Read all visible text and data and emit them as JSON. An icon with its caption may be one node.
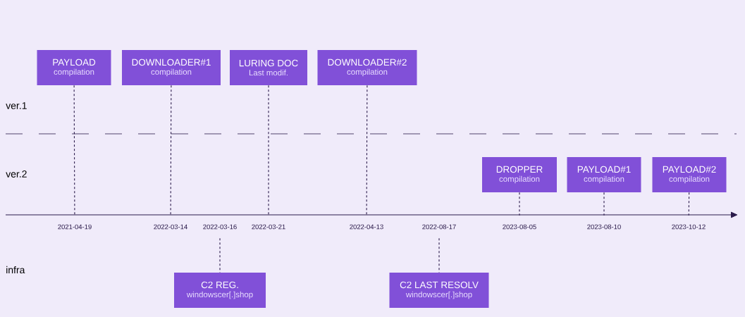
{
  "diagram": {
    "nodes": [
      {
        "text": [
          "PAYLOAD",
          "compilation"
        ]
      },
      {
        "text": [
          "DOWNLOADER#1",
          "compilation"
        ]
      },
      {
        "text": [
          "LURING DOC",
          "Last modif."
        ]
      },
      {
        "text": [
          "DOWNLOADER#2",
          "compilation"
        ]
      },
      {
        "text": [
          "DROPPER",
          "compilation"
        ]
      },
      {
        "text": [
          "PAYLOAD#1",
          "compilation"
        ]
      },
      {
        "text": [
          "PAYLOAD#2",
          "compilation"
        ]
      },
      {
        "text": [
          "2021-04-19"
        ]
      },
      {
        "text": [
          "2022-03-14"
        ]
      },
      {
        "text": [
          "2022-03-16"
        ]
      },
      {
        "text": [
          "2022-03-21"
        ]
      },
      {
        "text": [
          "2022-04-13"
        ]
      },
      {
        "text": [
          "2022-08-17"
        ]
      },
      {
        "text": [
          "2023-08-05"
        ]
      },
      {
        "text": [
          "2023-08-10"
        ]
      },
      {
        "text": [
          "2023-10-12"
        ]
      },
      {
        "text": [
          "C2 REG.",
          "windowscer[.]shop"
        ]
      },
      {
        "text": [
          "C2 LAST RESOLV",
          "windowscer[.]shop"
        ]
      }
    ],
    "edges": [
      {
        "from": 0,
        "to": 7,
        "arrow": "none",
        "style": "dashed"
      },
      {
        "from": 1,
        "to": 8,
        "arrow": "none",
        "style": "dashed"
      },
      {
        "from": 2,
        "to": 10,
        "arrow": "none",
        "style": "dashed"
      },
      {
        "from": 3,
        "to": 11,
        "arrow": "none",
        "style": "dashed"
      },
      {
        "from": 4,
        "to": 13,
        "arrow": "none",
        "style": "dashed"
      },
      {
        "from": 5,
        "to": 14,
        "arrow": "none",
        "style": "dashed"
      },
      {
        "from": 6,
        "to": 15,
        "arrow": "none",
        "style": "dashed"
      },
      {
        "from": 9,
        "to": 16,
        "arrow": "none",
        "style": "dashed"
      },
      {
        "from": 12,
        "to": 17,
        "arrow": "none",
        "style": "dashed"
      }
    ],
    "labels": [
      "ver.1",
      "ver.2",
      "infra"
    ]
  }
}
